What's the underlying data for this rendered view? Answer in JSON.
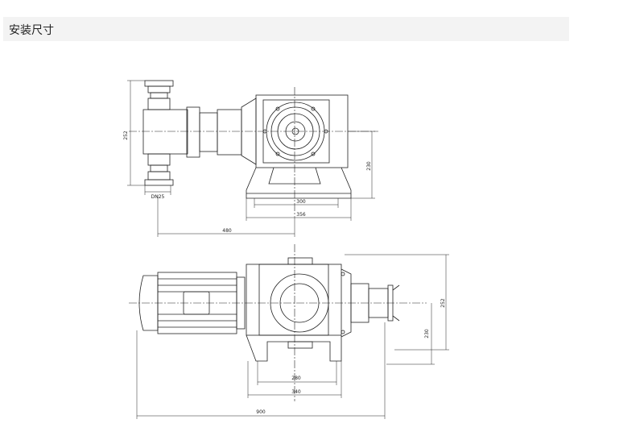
{
  "header": {
    "title": "安装尺寸"
  },
  "top_view": {
    "dims": {
      "left_height": "252",
      "right_height": "230",
      "inner_width": "300",
      "outer_width": "356",
      "overall_width": "480",
      "pipe_label": "DN25"
    }
  },
  "bottom_view": {
    "dims": {
      "right_height": "252",
      "inner_height": "230",
      "inner_width": "280",
      "outer_width": "340",
      "overall_width": "900"
    }
  }
}
